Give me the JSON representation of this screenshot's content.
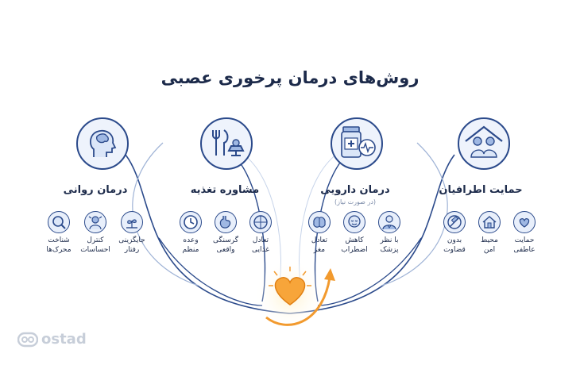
{
  "title": "روش‌های درمان پرخوری عصبی",
  "logo": {
    "text": "ostad"
  },
  "columns": [
    {
      "title": "درمان روانی",
      "icon": "brain-head-icon",
      "items": [
        {
          "label": "جایگزینی\nرفتار",
          "icon": "sprout-hand-icon"
        },
        {
          "label": "کنترل\nاحساسات",
          "icon": "stressed-person-icon"
        },
        {
          "label": "شناخت\nمحرک‌ها",
          "icon": "magnifier-icon"
        }
      ]
    },
    {
      "title": "مشاوره تغذیه",
      "icon": "fork-knife-scale-icon",
      "items": [
        {
          "label": "تعادل\nغذایی",
          "icon": "plate-icon"
        },
        {
          "label": "گرسنگی\nواقعی",
          "icon": "stomach-icon"
        },
        {
          "label": "وعده\nمنظم",
          "icon": "clock-icon"
        }
      ]
    },
    {
      "title": "درمان دارویی",
      "note": "(در صورت نیاز)",
      "icon": "pill-bottle-icon",
      "items": [
        {
          "label": "با نظر\nپزشک",
          "icon": "doctor-icon"
        },
        {
          "label": "کاهش\nاضطراب",
          "icon": "calm-face-icon"
        },
        {
          "label": "تعادل\nمغز",
          "icon": "brain-icon"
        }
      ]
    },
    {
      "title": "حمایت اطرافیان",
      "icon": "family-home-icon",
      "items": [
        {
          "label": "حمایت\nعاطفی",
          "icon": "heart-hand-icon"
        },
        {
          "label": "محیط\nامن",
          "icon": "home-icon"
        },
        {
          "label": "بدون\nقضاوت",
          "icon": "no-gavel-icon"
        }
      ]
    }
  ],
  "colors": {
    "navy": "#1c2a4a",
    "accent": "#2b4a8b",
    "heart": "#f29a2e",
    "glow": "#fde7b3"
  }
}
